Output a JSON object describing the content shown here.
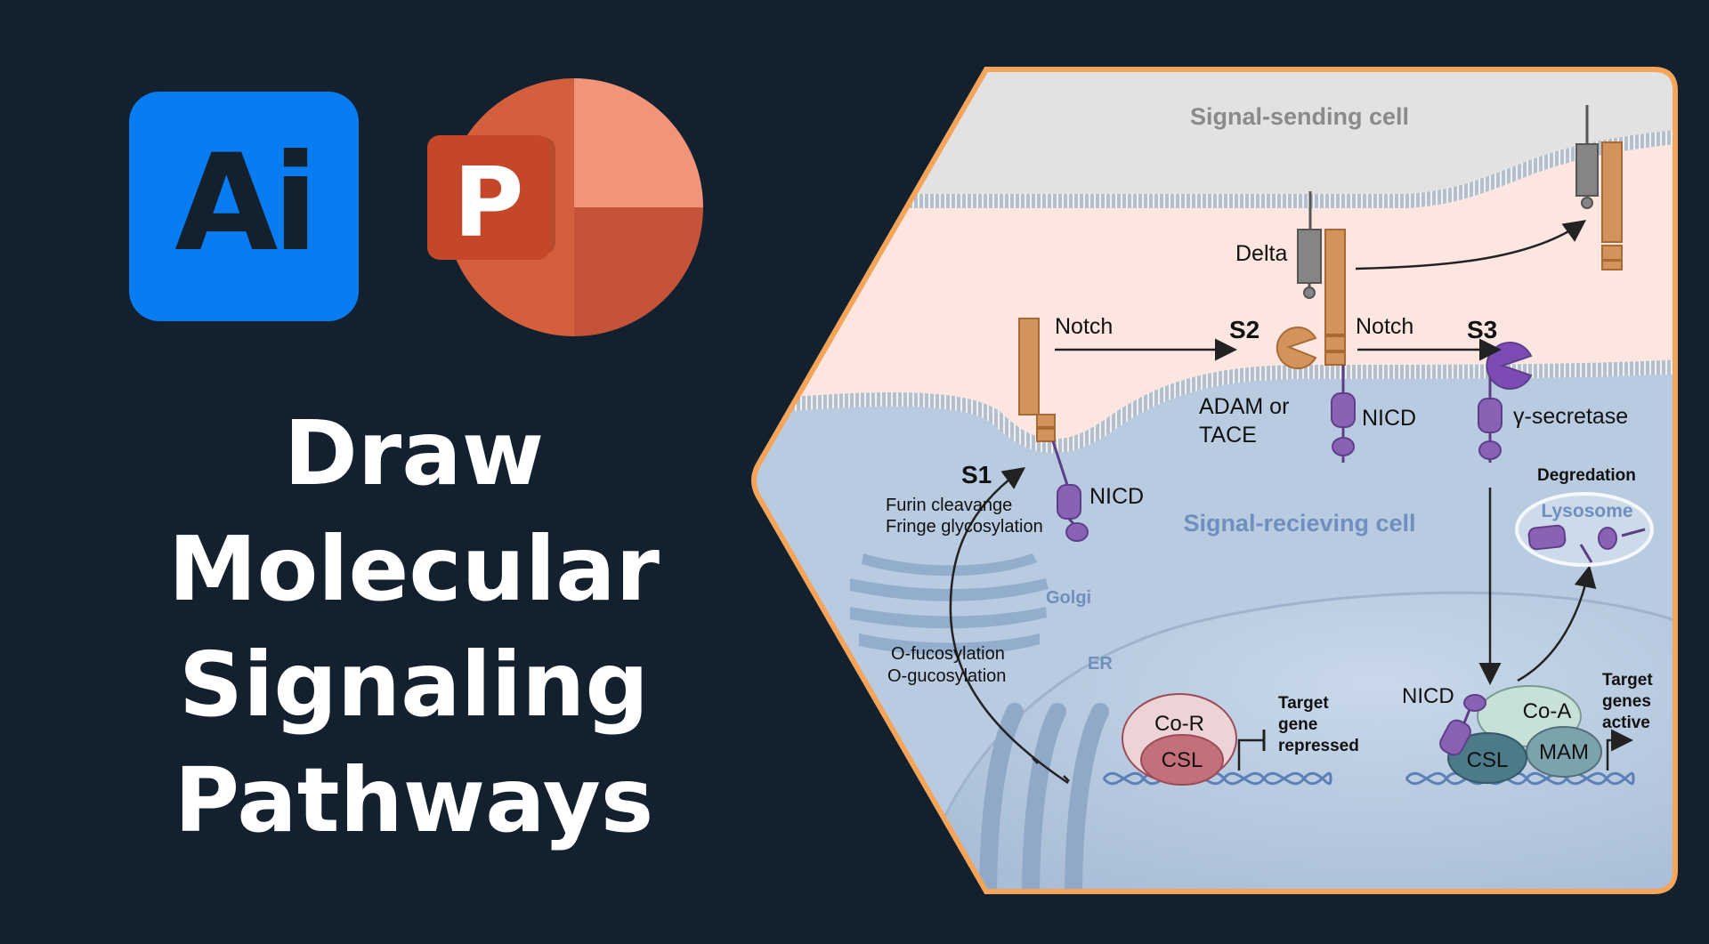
{
  "logos": {
    "illustrator": {
      "icon": "adobe-illustrator-icon",
      "text": "Ai",
      "color": "#0a7cf2"
    },
    "powerpoint": {
      "icon": "powerpoint-icon",
      "text": "P",
      "color": "#c4472a"
    }
  },
  "headline": {
    "line1": "Draw",
    "line2": "Molecular",
    "line3": "Signaling",
    "line4": "Pathways"
  },
  "diagram": {
    "sending_cell_label": "Signal-sending cell",
    "receiving_cell_label": "Signal-recieving cell",
    "delta_label": "Delta",
    "notch_label_left": "Notch",
    "notch_label_right": "Notch",
    "s1_label": "S1",
    "s2_label": "S2",
    "s3_label": "S3",
    "adam_line1": "ADAM or",
    "adam_line2": "TACE",
    "nicd_left": "NICD",
    "nicd_middle": "NICD",
    "nicd_nucleus": "NICD",
    "gamma_label": "γ-secretase",
    "furin_label": "Furin cleavange",
    "fringe_label": "Fringe glycosylation",
    "golgi_label": "Golgi",
    "er_label": "ER",
    "ofuco_label": "O-fucosylation",
    "ogluco_label": "O-gucosylation",
    "degradation_label": "Degredation",
    "lysosome_label": "Lysosome",
    "cor_label": "Co-R",
    "csl_left": "CSL",
    "repressed_line1": "Target",
    "repressed_line2": "gene",
    "repressed_line3": "repressed",
    "coa_label": "Co-A",
    "csl_right": "CSL",
    "mam_label": "MAM",
    "active_line1": "Target",
    "active_line2": "genes",
    "active_line3": "active",
    "colors": {
      "border": "#f5a55a",
      "receiving_cytoplasm": "#b9cbe0",
      "extracellular": "#fde6df",
      "sending_cell": "#e2e2e2",
      "notch": "#d4935a",
      "nicd": "#8a62b5",
      "delta": "#858585"
    }
  }
}
